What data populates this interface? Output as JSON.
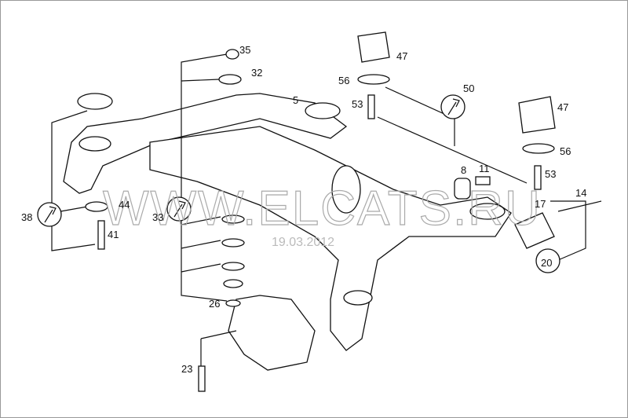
{
  "diagram": {
    "watermark": "WWW.ELCATS.RU",
    "date": "19.03.2012",
    "part_labels": [
      "35",
      "32",
      "5",
      "47",
      "56",
      "53",
      "50",
      "47",
      "56",
      "8",
      "11",
      "53",
      "17",
      "14",
      "20",
      "38",
      "44",
      "41",
      "33",
      "26",
      "23"
    ],
    "wrench_icon_labels": [
      "38",
      "33",
      "50"
    ],
    "circled_label": "20"
  }
}
